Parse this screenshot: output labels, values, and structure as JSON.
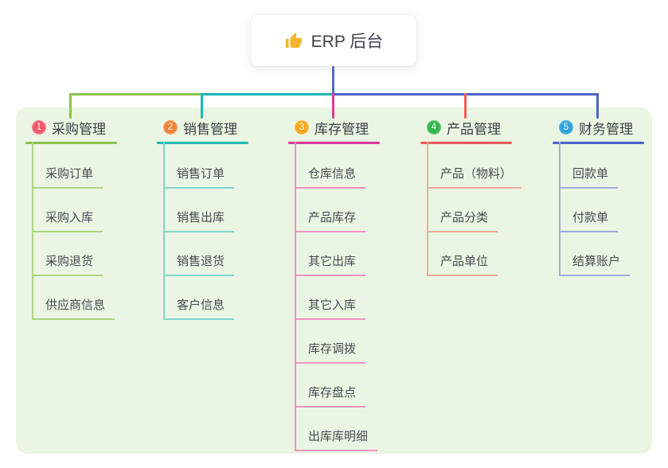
{
  "root": {
    "title": "ERP 后台",
    "icon": "thumbs-up-icon",
    "icon_color": "#f2b52a"
  },
  "connectors": {
    "stem_color": "#5868c8",
    "bus_colors": [
      "#8bc34a",
      "#1cb8b4",
      "#4a63c8"
    ]
  },
  "panel_color": "#eaf6e3",
  "branches": [
    {
      "index": "1",
      "label": "采购管理",
      "badge_color": "#f0566a",
      "line_color": "#8bc34a",
      "child_line_color": "#aed581",
      "children": [
        "采购订单",
        "采购入库",
        "采购退货",
        "供应商信息"
      ]
    },
    {
      "index": "2",
      "label": "销售管理",
      "badge_color": "#f08134",
      "line_color": "#1cb8b4",
      "child_line_color": "#84d5cf",
      "children": [
        "销售订单",
        "销售出库",
        "销售退货",
        "客户信息"
      ]
    },
    {
      "index": "3",
      "label": "库存管理",
      "badge_color": "#f5a71b",
      "line_color": "#de3a9c",
      "child_line_color": "#f291c2",
      "children": [
        "仓库信息",
        "产品库存",
        "其它出库",
        "其它入库",
        "库存调拨",
        "库存盘点",
        "出库库明细"
      ]
    },
    {
      "index": "4",
      "label": "产品管理",
      "badge_color": "#33b44a",
      "line_color": "#f25b5b",
      "child_line_color": "#f7a6a0",
      "children": [
        "产品（物料）",
        "产品分类",
        "产品单位"
      ]
    },
    {
      "index": "5",
      "label": "财务管理",
      "badge_color": "#2aa2dd",
      "line_color": "#4a63c8",
      "child_line_color": "#9fabdc",
      "children": [
        "回款单",
        "付款单",
        "结算账户"
      ]
    }
  ]
}
